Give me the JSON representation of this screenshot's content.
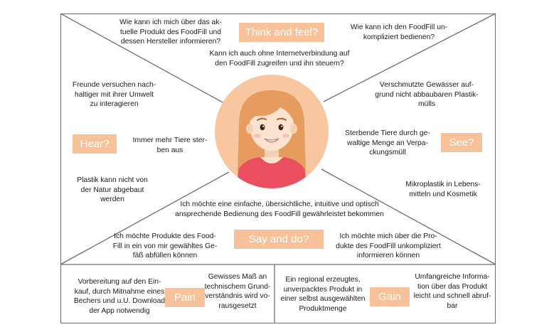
{
  "labels": {
    "think_feel": "Think and feel?",
    "hear": "Hear?",
    "see": "See?",
    "say_do": "Say and do?",
    "pain": "Pain",
    "gain": "Gain"
  },
  "think_feel": {
    "left": "Wie kann ich mich über das ak-\ntuelle Produkt des FoodFill und\ndessen Hersteller informieren?",
    "right": "Wie kann ich den FoodFill un-\nkompliziert bedienen?",
    "center": "Kann ich auch ohne Internetverbindung auf\nden FoodFill zugreifen und ihn steuern?"
  },
  "hear": {
    "top": "Freunde versuchen nach-\nhaltiger mit ihrer Umwelt\nzu interagieren",
    "middle": "Immer mehr Tiere ster-\nben aus",
    "bottom": "Plastik kann nicht von\nder Natur abgebaut\nwerden"
  },
  "see": {
    "top": "Verschmutzte Gewässer auf-\ngrund nicht abbaubaren Plastik-\nmülls",
    "middle": "Sterbende Tiere durch ge-\nwaltige Menge an Verpa-\nckungsmüll",
    "bottom": "Mikroplastik in Lebens-\nmitteln und Kosmetik"
  },
  "say_do": {
    "top": "Ich möchte eine einfache, übersichtliche, intuitive und optisch\nansprechende Bedienung des FoodFill gewährleistet bekommen",
    "left": "Ich möchte Produkte des Food-\nFill in ein von mir gewähltes Ge-\nfäß abfüllen können",
    "right": "Ich möchte mich über die Pro-\ndukte des FoodFill unkompliziert\ninformieren können"
  },
  "pain": {
    "left": "Vorbereitung auf den Ein-\nkauf, durch Mitnahme eines\nBechers und u.U. Download\nder App notwendig",
    "right": "Gewisses Maß an\ntechnischem Grund-\nverständnis wird vo-\nrausgesetzt"
  },
  "gain": {
    "left": "Ein regional erzeugtes,\nunverpacktes Produkt in\neiner selbst ausgewählten\nProduktmenge",
    "right": "Umfangreiche Informa-\ntion über das Produkt\nleicht und schnell abruf-\nbar"
  },
  "colors": {
    "label_bg": "#f7c299",
    "avatar_circle": "#f9c79f",
    "hair": "#e59c5e",
    "skin": "#fbe3cf",
    "shirt": "#ea4f60",
    "lines": "#6f6f6f"
  }
}
